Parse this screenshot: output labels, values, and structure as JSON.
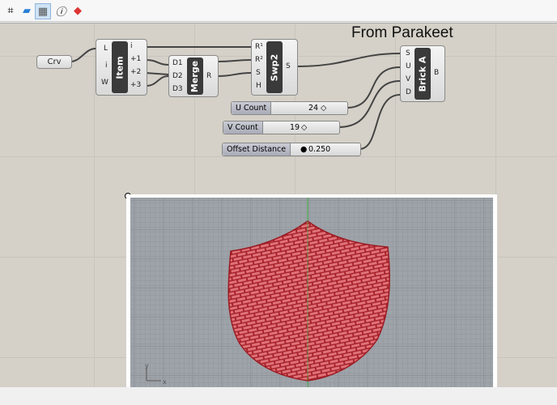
{
  "toolbar": {
    "icons": [
      "crop-icon",
      "preview-window-icon",
      "canvas-preview-icon",
      "info-icon",
      "eraser-icon"
    ]
  },
  "title": "From Parakeet",
  "components": {
    "crv": {
      "label": "Crv"
    },
    "item": {
      "label": "Item",
      "inputs": [
        "L",
        "i",
        "W"
      ],
      "outputs": [
        "i",
        "+1",
        "+2",
        "+3"
      ]
    },
    "merge": {
      "label": "Merge",
      "inputs": [
        "D1",
        "D2",
        "D3"
      ],
      "outputs": [
        "R"
      ]
    },
    "swp2": {
      "label": "Swp2",
      "inputs": [
        "R¹",
        "R²",
        "S",
        "H"
      ],
      "outputs": [
        "S"
      ]
    },
    "brick": {
      "label": "Brick A",
      "inputs": [
        "S",
        "U",
        "V",
        "D"
      ],
      "outputs": [
        "B"
      ]
    }
  },
  "sliders": [
    {
      "label": "U Count",
      "value": "24"
    },
    {
      "label": "V Count",
      "value": "19"
    },
    {
      "label": "Offset Distance",
      "value": "0.250"
    }
  ],
  "viewport": {
    "axis_x": "x",
    "axis_y": "y",
    "colors": {
      "surface": "#d9545c",
      "edge": "#a01820",
      "y_axis": "#4caf50"
    }
  }
}
